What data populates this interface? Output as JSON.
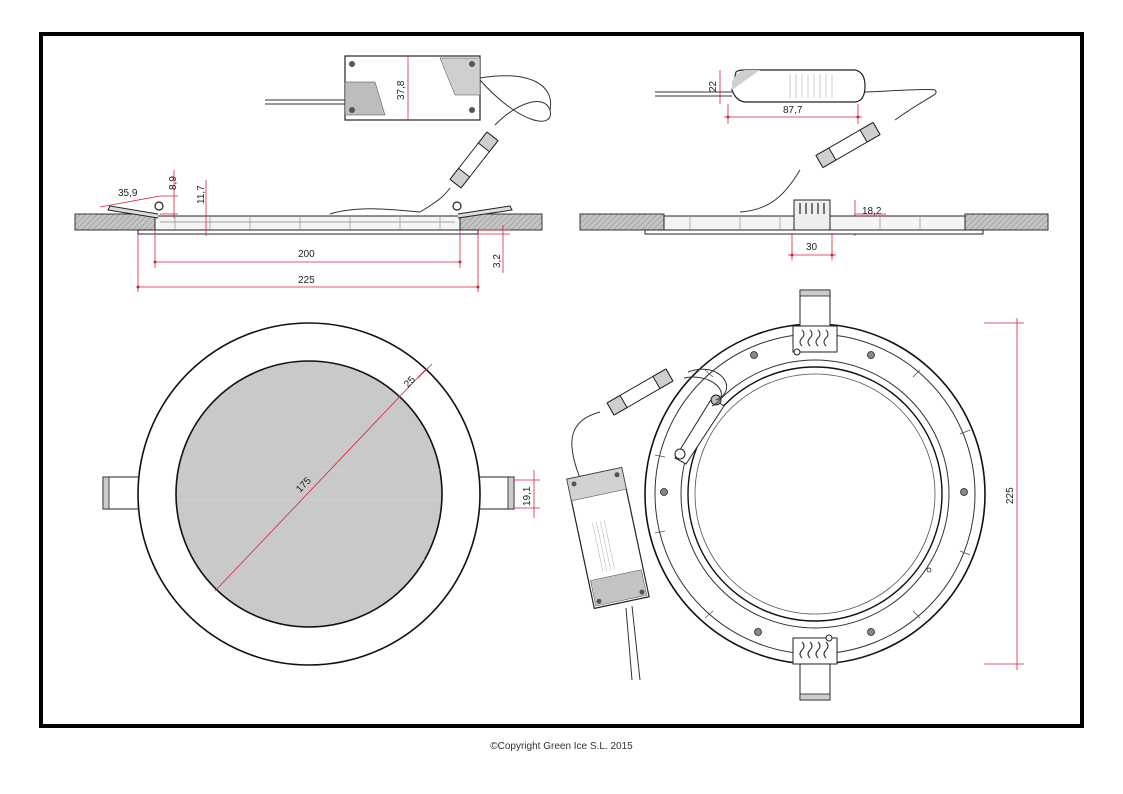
{
  "dimensions": {
    "a_35_9": "35,9",
    "a_8_9": "8,9",
    "a_11_7": "11,7",
    "a_200": "200",
    "a_225_side": "225",
    "a_3_2": "3,2",
    "a_37_8": "37,8",
    "a_22": "22",
    "a_87_7": "87,7",
    "a_18_2": "18,2",
    "a_30": "30",
    "a_25": "25",
    "a_175": "175",
    "a_19_1": "19,1",
    "a_225_vert": "225"
  },
  "copyright": "©Copyright Green Ice S.L. 2015",
  "colors": {
    "dimension_line": "#d9233a",
    "outline": "#111111",
    "panel_fill": "#c9c9c9",
    "ceiling_fill": "#b5b5b5"
  }
}
